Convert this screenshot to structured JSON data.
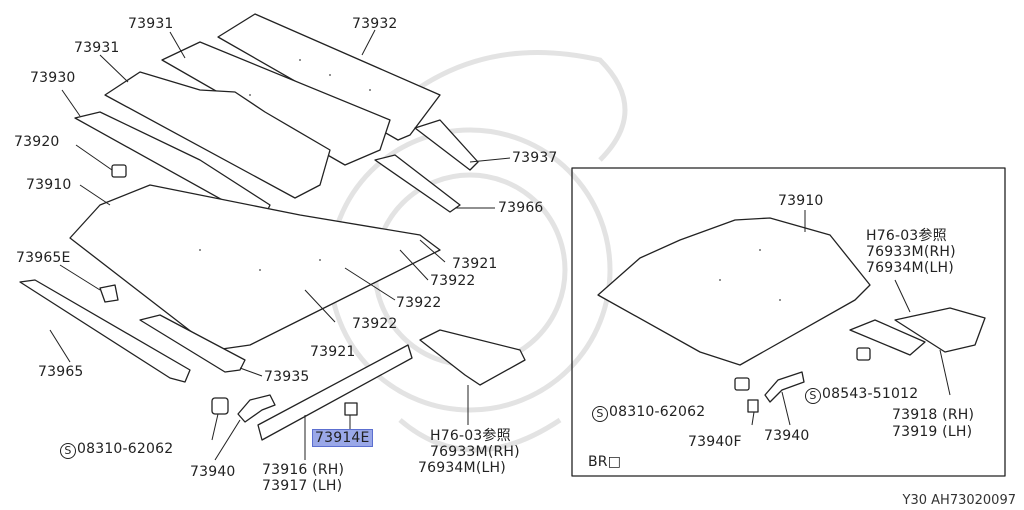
{
  "diagram": {
    "labels": {
      "p73932": "73932",
      "p73931a": "73931",
      "p73931b": "73931",
      "p73930": "73930",
      "p73920": "73920",
      "p73910": "73910",
      "p73965e": "73965E",
      "p73965": "73965",
      "p73937": "73937",
      "p73966": "73966",
      "p73921a": "73921",
      "p73922a": "73922",
      "p73922b": "73922",
      "p73921b": "73921",
      "p73935": "73935",
      "p73940a": "73940",
      "p73914e": "73914E",
      "p73916": "73916 (RH)",
      "p73917": "73917 (LH)",
      "ref1": "H76-03参照",
      "p76933m_a": "76933M(RH)",
      "p76934m_a": "76934M(LH)",
      "bolt_a_code": "08310-62062",
      "bolt_a_symbol": "S",
      "inset_73910": "73910",
      "ref2": "H76-03参照",
      "p76933m_b": "76933M(RH)",
      "p76934m_b": "76934M(LH)",
      "bolt_b_code": "08310-62062",
      "bolt_b_symbol": "S",
      "bolt_c_code": "08543-51012",
      "bolt_c_symbol": "S",
      "p73940f": "73940F",
      "p73940b": "73940",
      "p73918": "73918 (RH)",
      "p73919": "73919 (LH)",
      "inset_code": "BR□"
    },
    "footer": "Y30  AH73020097",
    "highlight_color": "#9aa8e8"
  }
}
